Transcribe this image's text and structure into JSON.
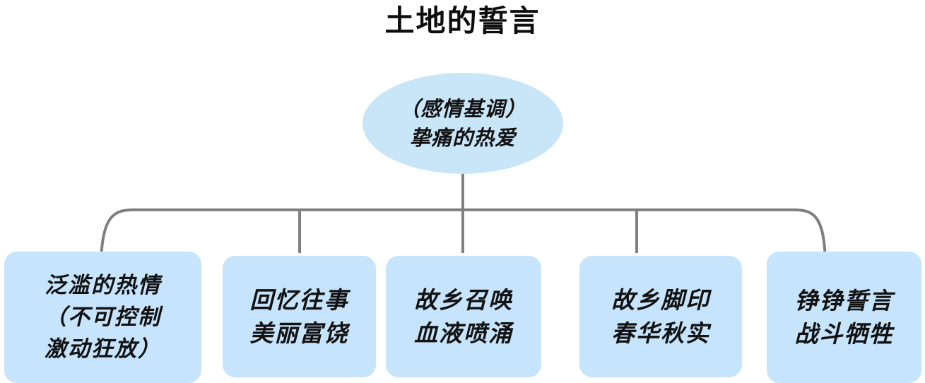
{
  "title": "土地的誓言",
  "palette": {
    "root_fill": "#c9e6f8",
    "leaf_fill": "#c6e4fb",
    "connector": "#808080",
    "text": "#111111",
    "background": "#ffffff"
  },
  "root": {
    "name": "感情基调",
    "lines": [
      "（感情基调）",
      "挚痛的热爱"
    ]
  },
  "branches": [
    {
      "id": "branch-1",
      "lines": [
        "泛滥的热情",
        "（不可控制",
        "激动狂放）"
      ]
    },
    {
      "id": "branch-2",
      "lines": [
        "回忆往事",
        "美丽富饶"
      ]
    },
    {
      "id": "branch-3",
      "lines": [
        "故乡召唤",
        "血液喷涌"
      ]
    },
    {
      "id": "branch-4",
      "lines": [
        "故乡脚印",
        "春华秋实"
      ]
    },
    {
      "id": "branch-5",
      "lines": [
        "铮铮誓言",
        "战斗牺牲"
      ]
    }
  ]
}
